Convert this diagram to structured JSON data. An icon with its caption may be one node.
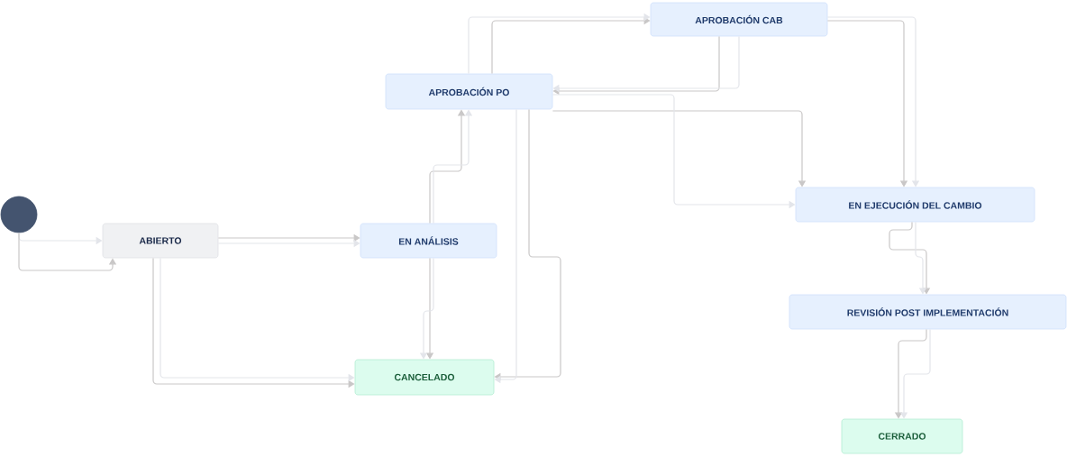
{
  "diagram": {
    "nodes": [
      {
        "text": [
          "APROBACIÓN CAB"
        ]
      },
      {
        "text": [
          "APROBACIÓN PO"
        ]
      },
      {
        "text": [],
        "shape": "circle"
      },
      {
        "text": [
          "ABIERTO"
        ]
      },
      {
        "text": [
          "EN ANÁLISIS"
        ]
      },
      {
        "text": [
          "EN EJECUCIÓN DEL CAMBIO"
        ]
      },
      {
        "text": [
          "CANCELADO"
        ]
      },
      {
        "text": [
          "REVISIÓN POST IMPLEMENTACIÓN"
        ]
      },
      {
        "text": [
          "CERRADO"
        ]
      }
    ],
    "edges": [
      {
        "from": 2,
        "to": 3,
        "arrow": "to",
        "color": "#e3e5ea"
      },
      {
        "from": 2,
        "to": 3,
        "arrow": "to"
      },
      {
        "from": 3,
        "to": 4,
        "arrow": "to"
      },
      {
        "from": 3,
        "to": 4,
        "arrow": "to",
        "color": "#e3e5ea"
      },
      {
        "from": 3,
        "to": 6,
        "arrow": "to"
      },
      {
        "from": 3,
        "to": 6,
        "arrow": "to",
        "color": "#e3e5ea"
      },
      {
        "from": 4,
        "to": 1,
        "arrow": "to"
      },
      {
        "from": 4,
        "to": 1,
        "arrow": "to",
        "color": "#e3e5ea"
      },
      {
        "from": 4,
        "to": 6,
        "arrow": "to"
      },
      {
        "from": 4,
        "to": 6,
        "arrow": "to",
        "color": "#e3e5ea"
      },
      {
        "from": 1,
        "to": 0,
        "arrow": "to"
      },
      {
        "from": 1,
        "to": 0,
        "arrow": "to",
        "color": "#e3e5ea"
      },
      {
        "from": 1,
        "to": 6,
        "arrow": "to"
      },
      {
        "from": 1,
        "to": 6,
        "arrow": "to",
        "color": "#e3e5ea"
      },
      {
        "from": 0,
        "to": 1,
        "arrow": "to"
      },
      {
        "from": 0,
        "to": 1,
        "arrow": "to",
        "color": "#e3e5ea"
      },
      {
        "from": 1,
        "to": 5,
        "arrow": "to"
      },
      {
        "from": 1,
        "to": 5,
        "arrow": "to",
        "color": "#e3e5ea"
      },
      {
        "from": 0,
        "to": 5,
        "arrow": "to"
      },
      {
        "from": 0,
        "to": 5,
        "arrow": "to",
        "color": "#e3e5ea"
      },
      {
        "from": 5,
        "to": 7,
        "arrow": "to"
      },
      {
        "from": 5,
        "to": 7,
        "arrow": "to",
        "color": "#e3e5ea"
      },
      {
        "from": 7,
        "to": 8,
        "arrow": "to"
      },
      {
        "from": 7,
        "to": 8,
        "arrow": "to",
        "color": "#e3e5ea"
      }
    ]
  }
}
